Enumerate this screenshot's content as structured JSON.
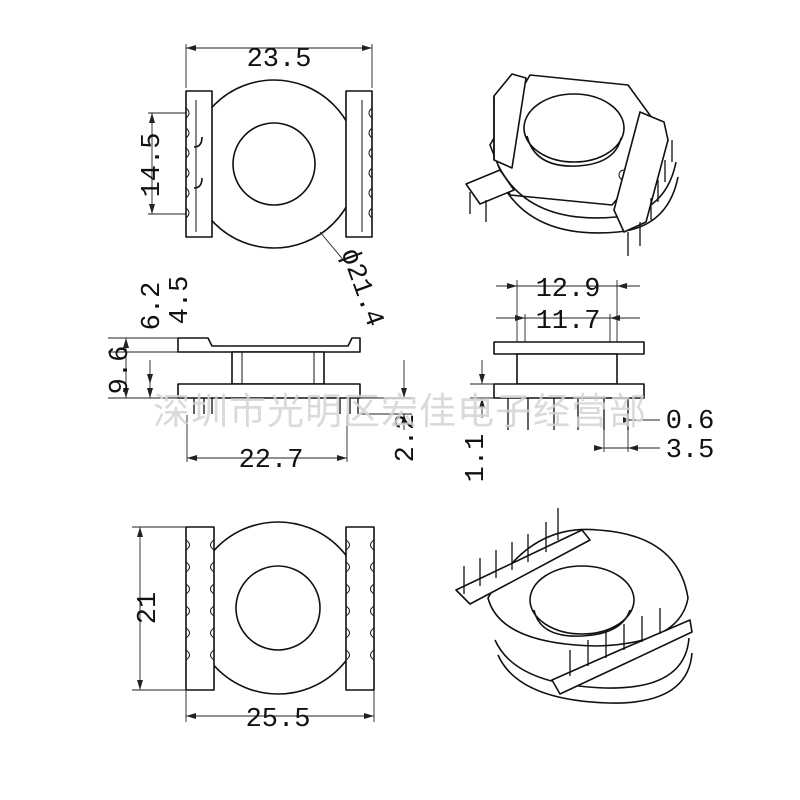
{
  "watermark": "深圳市光明区宏佳电子经营部",
  "dimensions": {
    "top_width": "23.5",
    "top_height": "14.5",
    "core_diameter": "ϕ21.4",
    "side_h1": "6.2",
    "side_h2": "4.5",
    "side_total": "9.6",
    "side_width": "22.7",
    "pin_len": "2.2",
    "front_w1": "12.9",
    "front_w2": "11.7",
    "front_pin": "1.1",
    "pin_dia": "0.6",
    "pin_pitch": "3.5",
    "bottom_height": "21",
    "bottom_width": "25.5"
  }
}
